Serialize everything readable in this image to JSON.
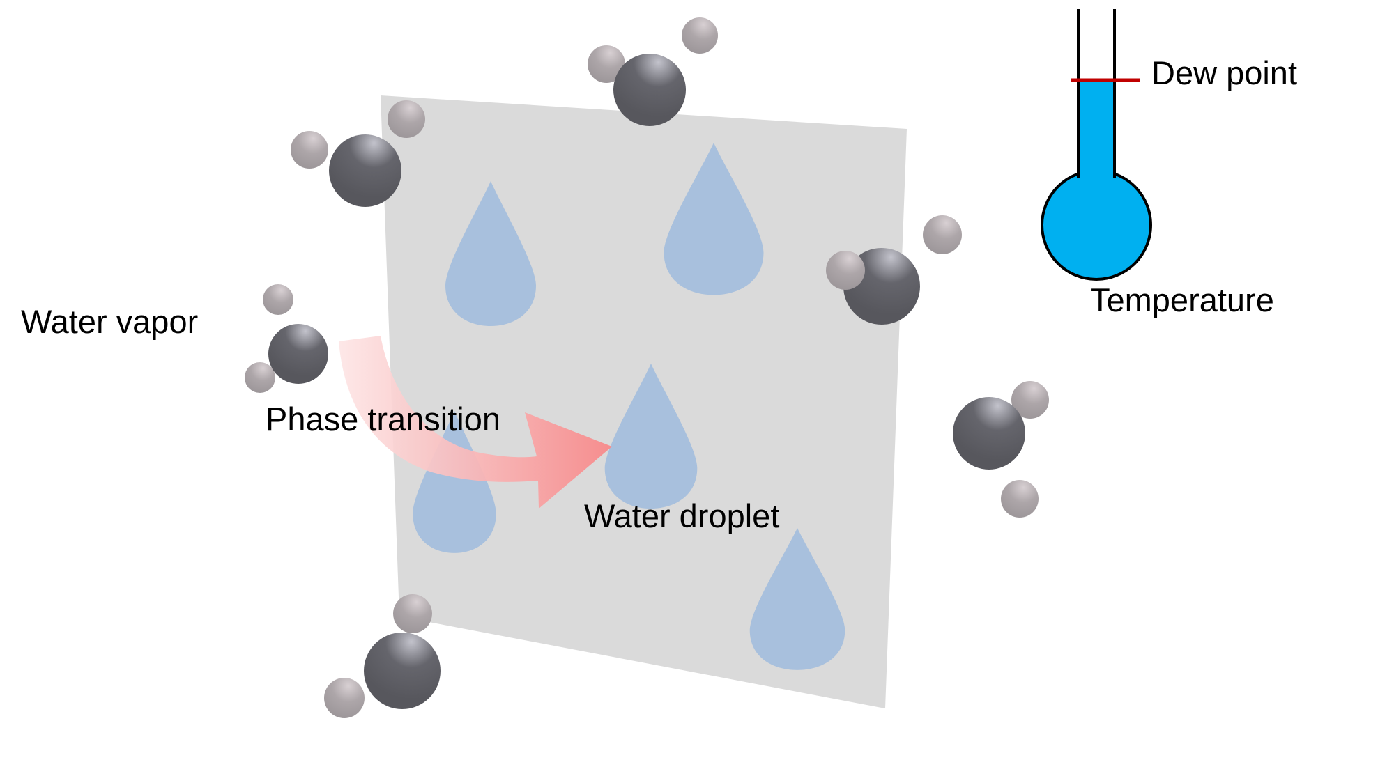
{
  "labels": {
    "water_vapor": "Water vapor",
    "phase_transition": "Phase transition",
    "water_droplet": "Water droplet",
    "dew_point": "Dew point",
    "temperature": "Temperature"
  },
  "colors": {
    "surface": "#dadada",
    "droplet": "#a8c0dd",
    "oxygen": "#5a5a60",
    "hydrogen": "#a9a3a6",
    "thermometer_fluid": "#00b0f0",
    "dew_point_line": "#c00000",
    "arrow_start": "#fde3e3",
    "arrow_end": "#f78f8f"
  }
}
